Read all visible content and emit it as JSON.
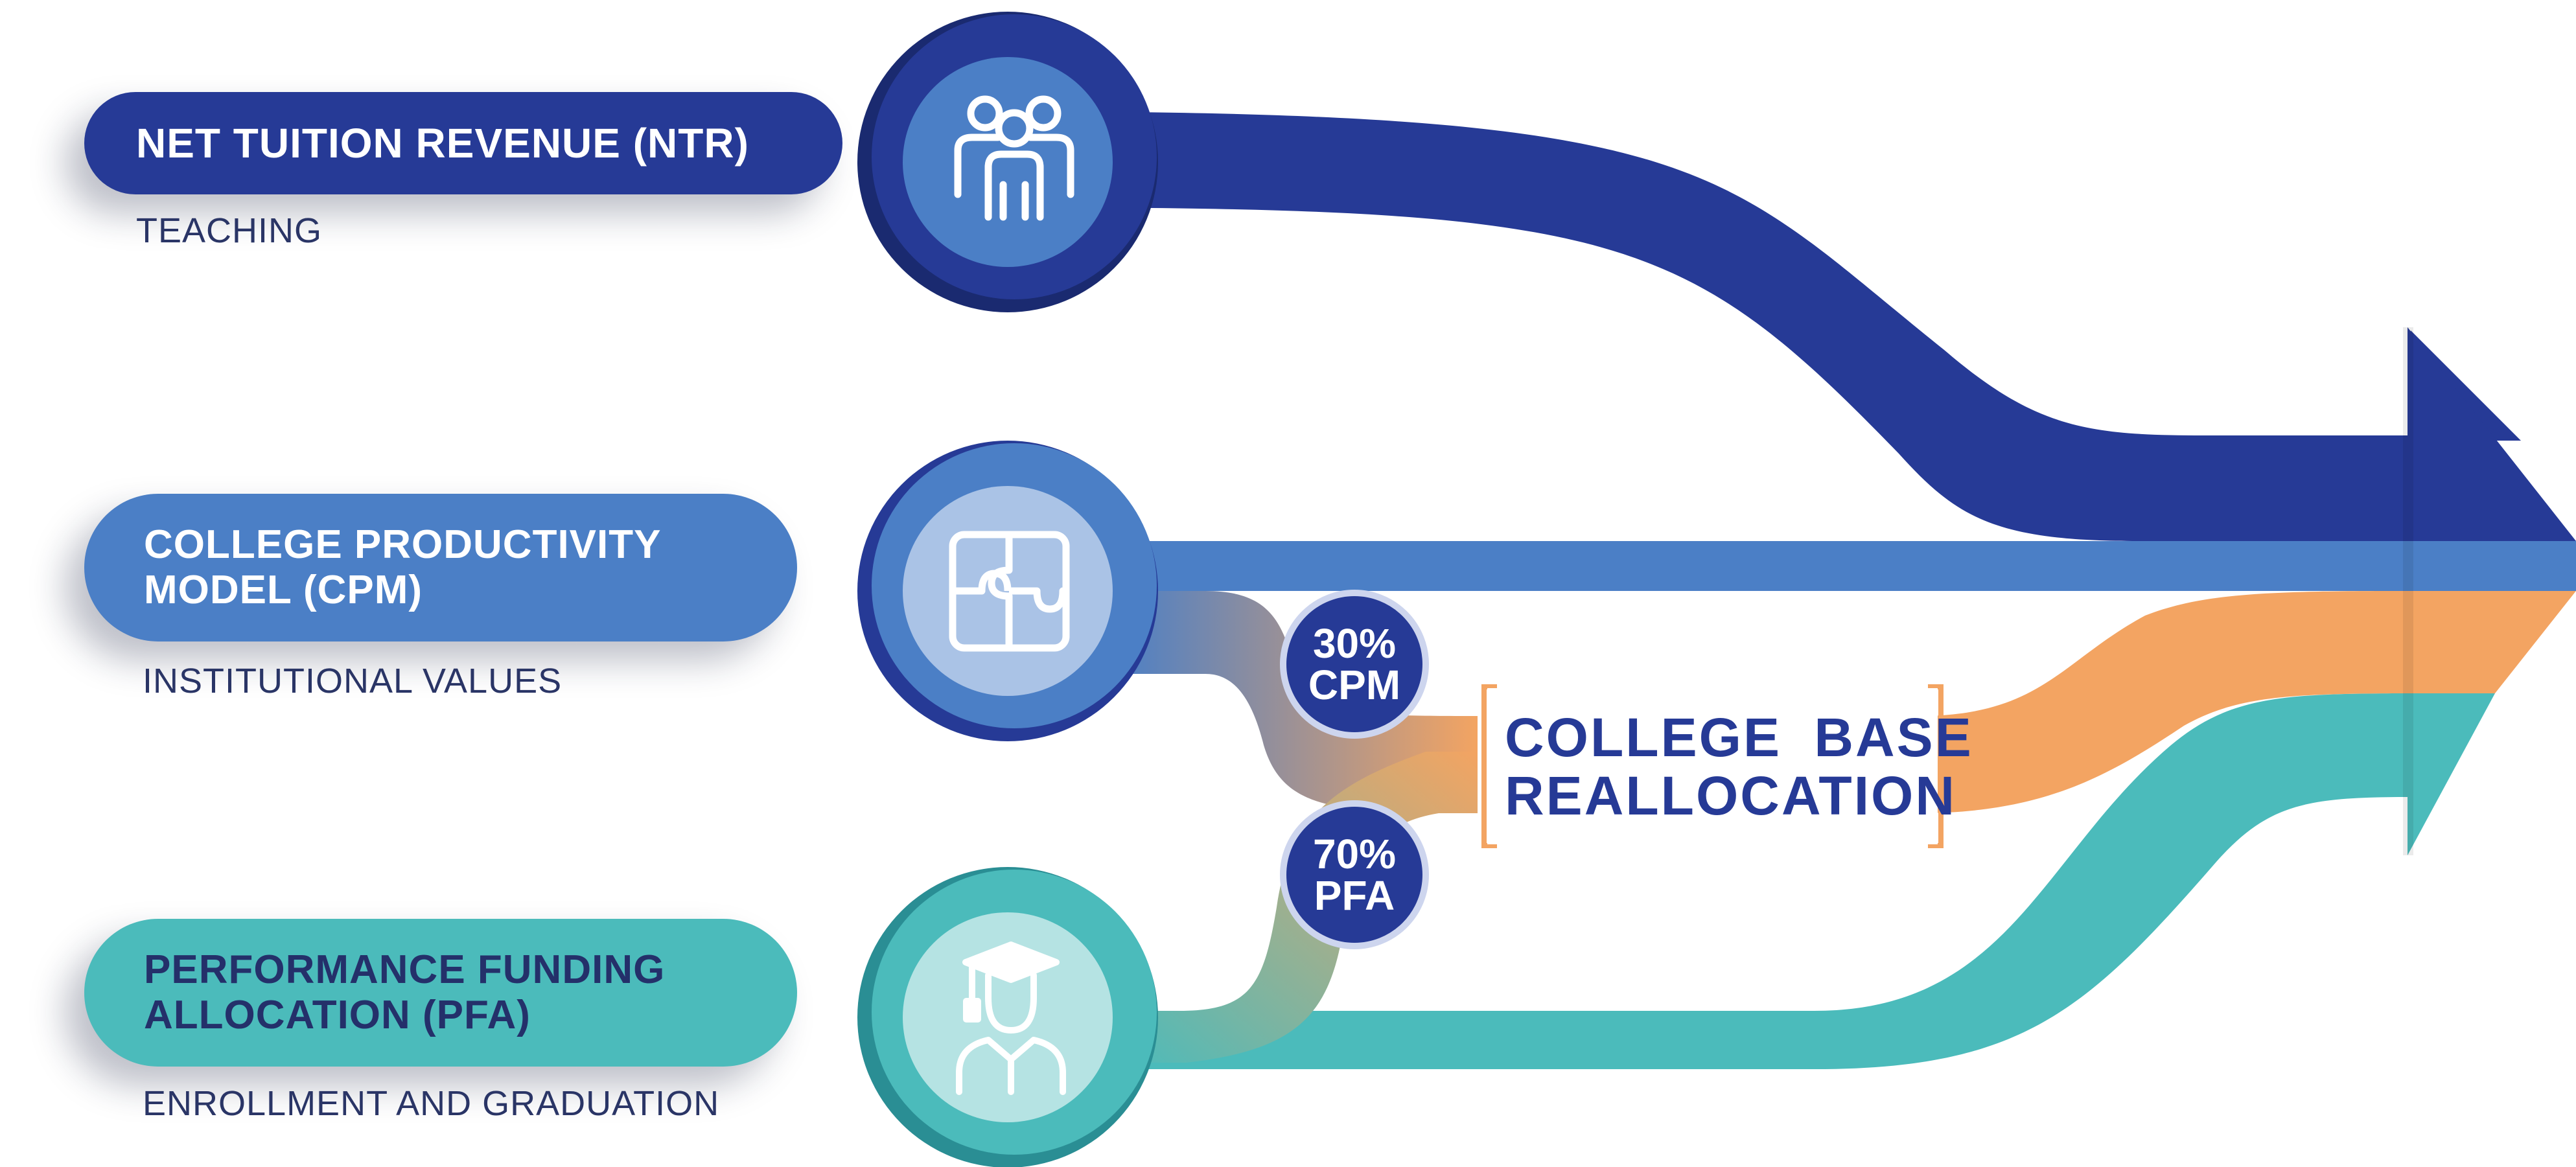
{
  "rows": [
    {
      "title_line1": "NET TUITION REVENUE (NTR)",
      "title_line2": "",
      "subtitle": "TEACHING",
      "icon": "people-group-icon",
      "color": "#263a96"
    },
    {
      "title_line1": "COLLEGE PRODUCTIVITY",
      "title_line2": "MODEL (CPM)",
      "subtitle": "INSTITUTIONAL VALUES",
      "icon": "puzzle-icon",
      "color": "#4b7fc6"
    },
    {
      "title_line1": "PERFORMANCE FUNDING",
      "title_line2": "ALLOCATION (PFA)",
      "subtitle": "ENROLLMENT AND GRADUATION",
      "icon": "graduate-icon",
      "color": "#4bbbbb"
    }
  ],
  "badges": [
    {
      "value": "30%",
      "label": "CPM"
    },
    {
      "value": "70%",
      "label": "PFA"
    }
  ],
  "target": {
    "line1": "COLLEGE BASE",
    "line2": "REALLOCATION",
    "color": "#f3a462"
  },
  "colors": {
    "ntr": "#263a96",
    "cpm": "#4b7fc6",
    "pfa": "#4bbbbb",
    "reallocation": "#f3a462"
  }
}
